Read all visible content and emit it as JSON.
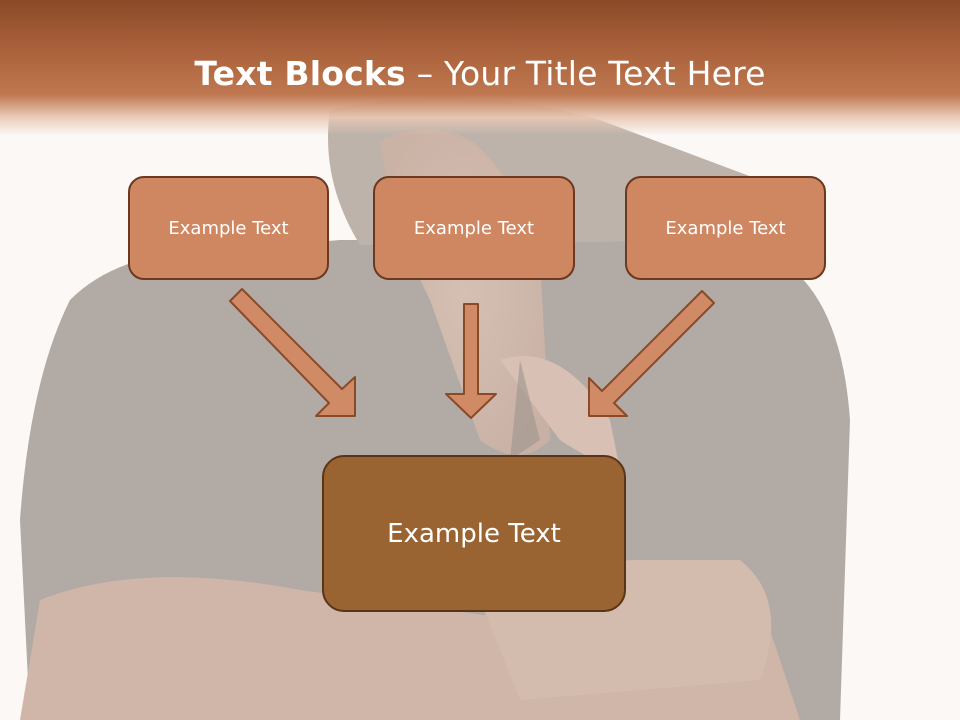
{
  "slide": {
    "title_bold": "Text Blocks",
    "title_rest": " – Your Title Text Here",
    "boxes": [
      {
        "label": "Example Text"
      },
      {
        "label": "Example Text"
      },
      {
        "label": "Example Text"
      }
    ],
    "center_box": {
      "label": "Example Text"
    }
  },
  "colors": {
    "title_band": "#a9603a",
    "box_fill": "#cf8762",
    "box_border": "#6b3820",
    "center_fill": "#9a6432",
    "arrow_fill": "#d18a66",
    "arrow_stroke": "#8a4a28"
  }
}
